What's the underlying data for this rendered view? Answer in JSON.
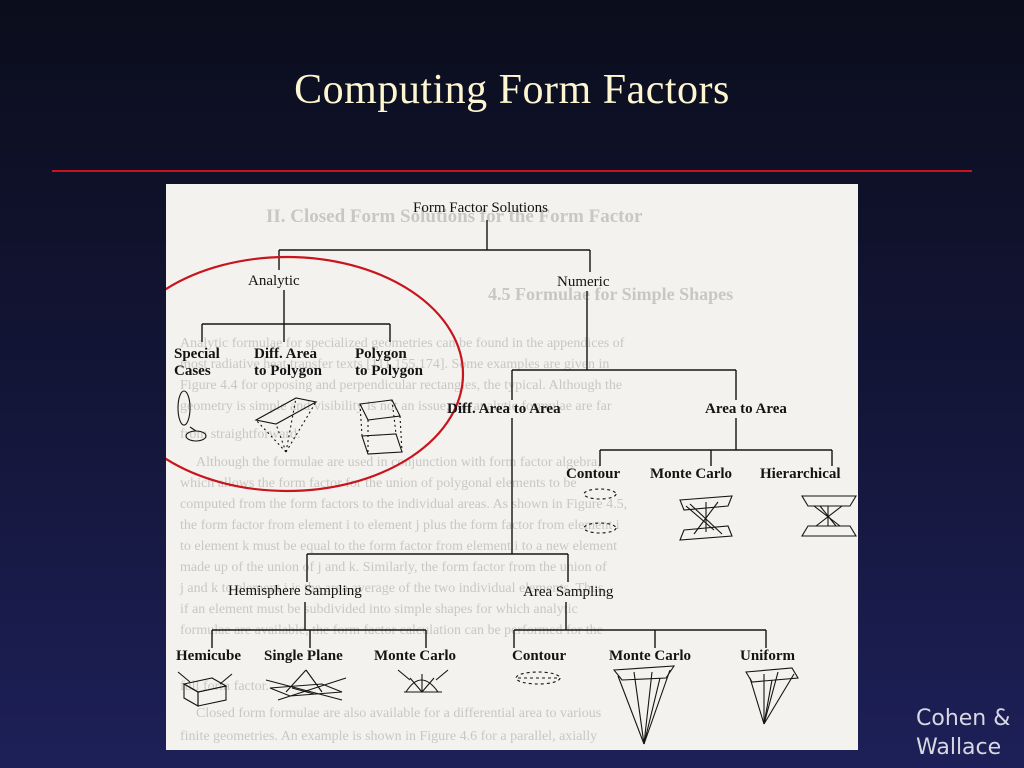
{
  "slide": {
    "title": "Computing Form Factors",
    "credit_line1": "Cohen &",
    "credit_line2": "Wallace"
  },
  "colors": {
    "background_top": "#0b0d1c",
    "background_bottom": "#1d2058",
    "title_text": "#fdf6d0",
    "rule": "#c8141c",
    "highlight_ellipse": "#c8141c",
    "paper": "#f3f2ef"
  },
  "tree": {
    "root": "Form Factor Solutions",
    "analytic": {
      "label": "Analytic",
      "children": [
        {
          "line1": "Special",
          "line2": "Cases"
        },
        {
          "line1": "Diff. Area",
          "line2": "to Polygon"
        },
        {
          "line1": "Polygon",
          "line2": "to Polygon"
        }
      ]
    },
    "numeric": {
      "label": "Numeric",
      "diff_area": {
        "label": "Diff. Area to Area",
        "hemisphere": {
          "label": "Hemisphere Sampling",
          "children": [
            "Hemicube",
            "Single Plane",
            "Monte Carlo"
          ]
        },
        "area_sampling": {
          "label": "Area Sampling",
          "children": [
            "Contour",
            "Monte Carlo",
            "Uniform"
          ]
        }
      },
      "area_to_area": {
        "label": "Area to Area",
        "children": [
          "Contour",
          "Monte Carlo",
          "Hierarchical"
        ]
      }
    }
  },
  "background_text": {
    "heading_chapter": "II. Closed Form Solutions for the Form Factor",
    "heading_section": "4.5    Formulae for Simple Shapes",
    "paragraph_lines": [
      "Analytic formulae for specialized geometries can be found in the appendices of",
      "most radiative heat transfer texts [111,155,174]. Some examples are given in",
      "Figure 4.4 for opposing and perpendicular rectangles, the typical. Although the",
      "geometry is simple and visibility is not an issue, the analytic formulae are far",
      "from straightforward.",
      "Although the formulae are used in conjunction with form factor algebra,",
      "which allows the form factor for the union of polygonal elements to be",
      "computed from the form factors to the individual areas. As shown in Figure 4.5,",
      "the form factor from element i to element j plus the form factor from element i",
      "to element k must be equal to the form factor from element i to a new element",
      "made up of the union of j and k. Similarly, the form factor from the union of",
      "j and k to element i is the area average of the two individual elements. Thus,",
      "if an element must be subdivided into simple shapes for which analytic",
      "formulae are available, the form factor calculation can be performed for the",
      "full form factor.",
      "Closed form formulae are also available for a differential area to various",
      "finite geometries. An example is shown in Figure 4.6 for a parallel, axially"
    ]
  }
}
